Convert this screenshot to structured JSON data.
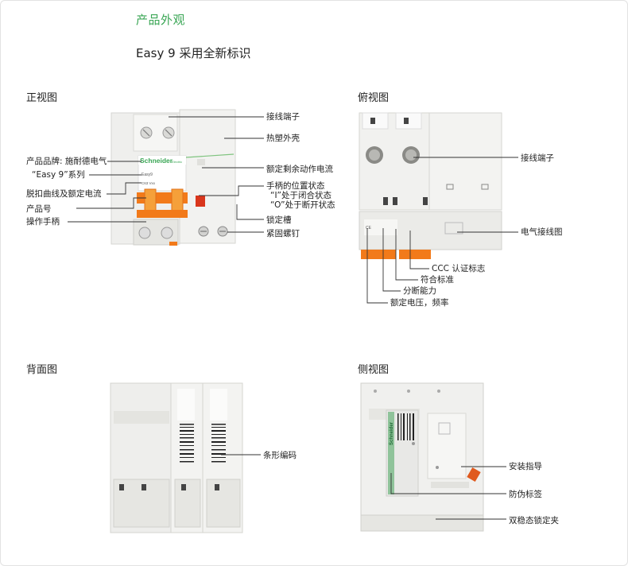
{
  "header": {
    "title": "产品外观",
    "subtitle": "Easy 9 采用全新标识"
  },
  "front": {
    "heading": "正视图",
    "brand_text": "Schneider",
    "brand_sub": "Electric",
    "series_text": "Easy9",
    "model_text": "C63 Vxx",
    "labels": {
      "terminal": "接线端子",
      "housing": "热塑外壳",
      "brand": "产品品牌: 施耐德电气",
      "series": "“Easy 9”系列",
      "residual": "额定剩余动作电流",
      "curve": "脱扣曲线及额定电流",
      "handle_state_1": "手柄的位置状态",
      "handle_state_2": "“I”处于闭合状态",
      "handle_state_3": "“O”处于断开状态",
      "model": "产品号",
      "handle": "操作手柄",
      "lock_slot": "锁定槽",
      "screw": "紧固螺钉"
    }
  },
  "top": {
    "heading": "俯视图",
    "labels": {
      "terminal": "接线端子",
      "wiring": "电气接线图",
      "ccc": "CCC 认证标志",
      "standard": "符合标准",
      "breaking": "分断能力",
      "voltage": "额定电压，频率"
    }
  },
  "back": {
    "heading": "背面图",
    "labels": {
      "barcode": "条形编码"
    }
  },
  "side": {
    "heading": "侧视图",
    "brand_text": "Schneider",
    "labels": {
      "guide": "安装指导",
      "anti_fake": "防伪标签",
      "clip": "双稳态锁定夹"
    }
  }
}
